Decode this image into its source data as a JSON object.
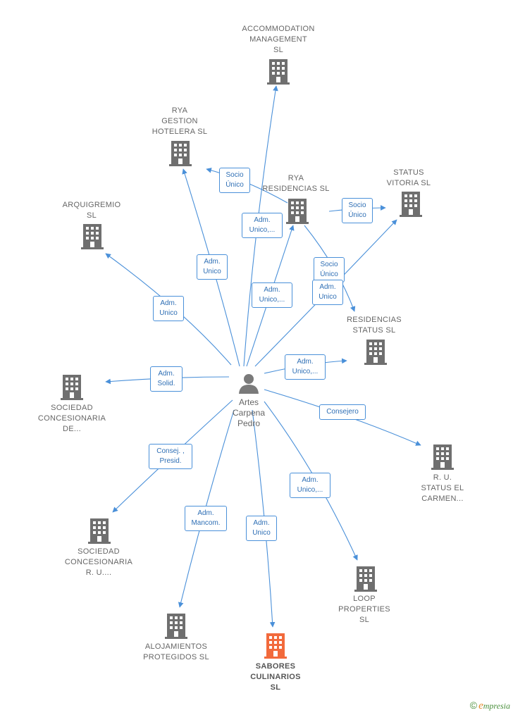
{
  "center": {
    "name": "Artes\nCarpena\nPedro"
  },
  "nodes": [
    {
      "id": "accommodation",
      "label": "ACCOMMODATION\nMANAGEMENT\nSL"
    },
    {
      "id": "rya-gestion",
      "label": "RYA\nGESTION\nHOTELERA  SL"
    },
    {
      "id": "rya-residencias",
      "label": "RYA\nRESIDENCIAS SL"
    },
    {
      "id": "status-vitoria",
      "label": "STATUS\nVITORIA  SL"
    },
    {
      "id": "arquigremio",
      "label": "ARQUIGREMIO\nSL"
    },
    {
      "id": "residencias-status",
      "label": "RESIDENCIAS\nSTATUS  SL"
    },
    {
      "id": "sociedad-de",
      "label": "SOCIEDAD\nCONCESIONARIA\nDE..."
    },
    {
      "id": "ru-status",
      "label": "R. U.\nSTATUS EL\nCARMEN..."
    },
    {
      "id": "sociedad-ru",
      "label": "SOCIEDAD\nCONCESIONARIA\nR.  U...."
    },
    {
      "id": "loop",
      "label": "LOOP\nPROPERTIES\nSL"
    },
    {
      "id": "alojamientos",
      "label": "ALOJAMIENTOS\nPROTEGIDOS SL"
    },
    {
      "id": "sabores",
      "label": "SABORES\nCULINARIOS\nSL",
      "focus": true
    }
  ],
  "edge_labels": {
    "socio1": "Socio\nÚnico",
    "adm_acc": "Adm.\nUnico,...",
    "socio2": "Socio\nÚnico",
    "adm_rya_gestion": "Adm.\nUnico",
    "adm_arq": "Adm.\nUnico",
    "adm_rya_res": "Adm.\nUnico,...",
    "socio3": "Socio\nÚnico",
    "adm_vitoria": "Adm.\nUnico",
    "adm_res_status": "Adm.\nUnico,...",
    "adm_solid": "Adm.\nSolid.",
    "consejero": "Consejero",
    "consej_presid": "Consej. ,\nPresid.",
    "adm_loop": "Adm.\nUnico,...",
    "adm_mancom": "Adm.\nMancom.",
    "adm_sabores": "Adm.\nUnico"
  },
  "colors": {
    "line": "#4a90d9",
    "building": "#6f6f6f",
    "focus_building": "#f26a3c",
    "person": "#7a7a7a",
    "brand": "#4a8f3c"
  },
  "brand": {
    "symbol": "©",
    "name": "mpresia",
    "initial": "e"
  }
}
